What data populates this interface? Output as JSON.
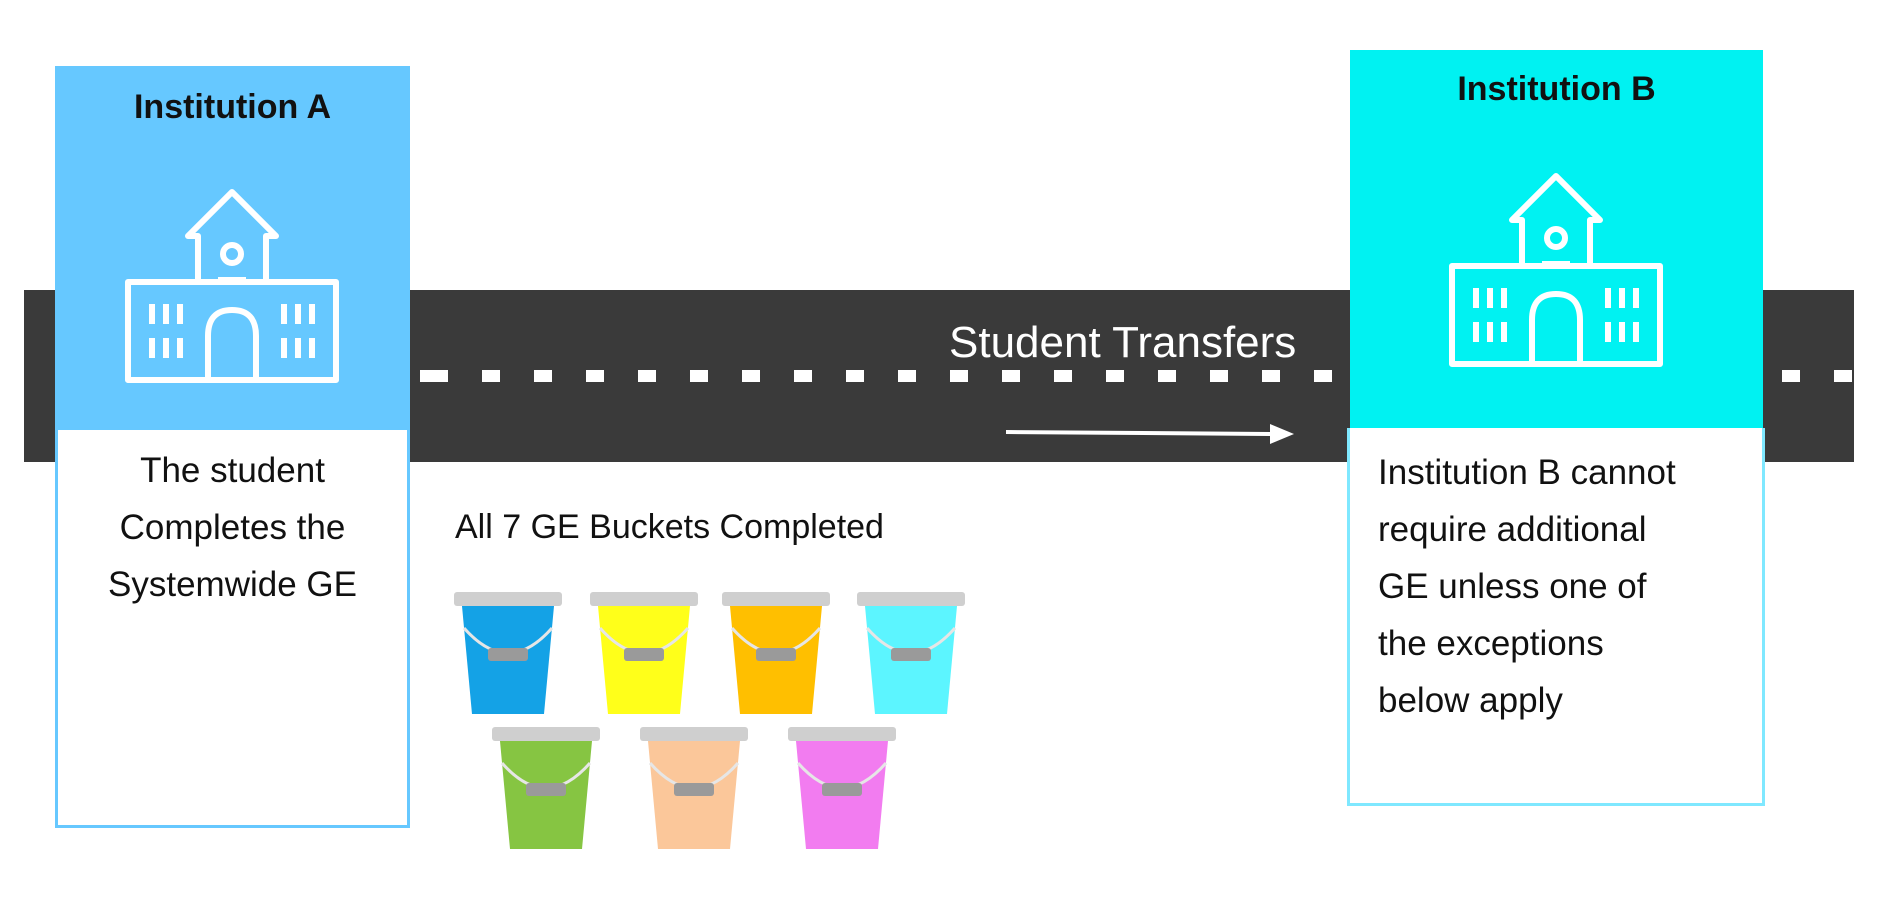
{
  "road": {
    "label": "Student Transfers"
  },
  "institution_a": {
    "title": "Institution A",
    "icon": "school-building-icon",
    "color": "#66c8ff",
    "description_lines": [
      "The student",
      "Completes the",
      "Systemwide GE"
    ]
  },
  "institution_b": {
    "title": "Institution B",
    "icon": "school-building-icon",
    "color": "#00f2f2",
    "description_lines": [
      "Institution B cannot",
      "require additional",
      "GE unless one of",
      "the exceptions",
      "below apply"
    ]
  },
  "buckets": {
    "title": "All 7 GE Buckets Completed",
    "colors": [
      "#14a2e6",
      "#ffff1a",
      "#ffbf00",
      "#5cf5ff",
      "#86c542",
      "#fbc79a",
      "#f27cf0"
    ]
  }
}
